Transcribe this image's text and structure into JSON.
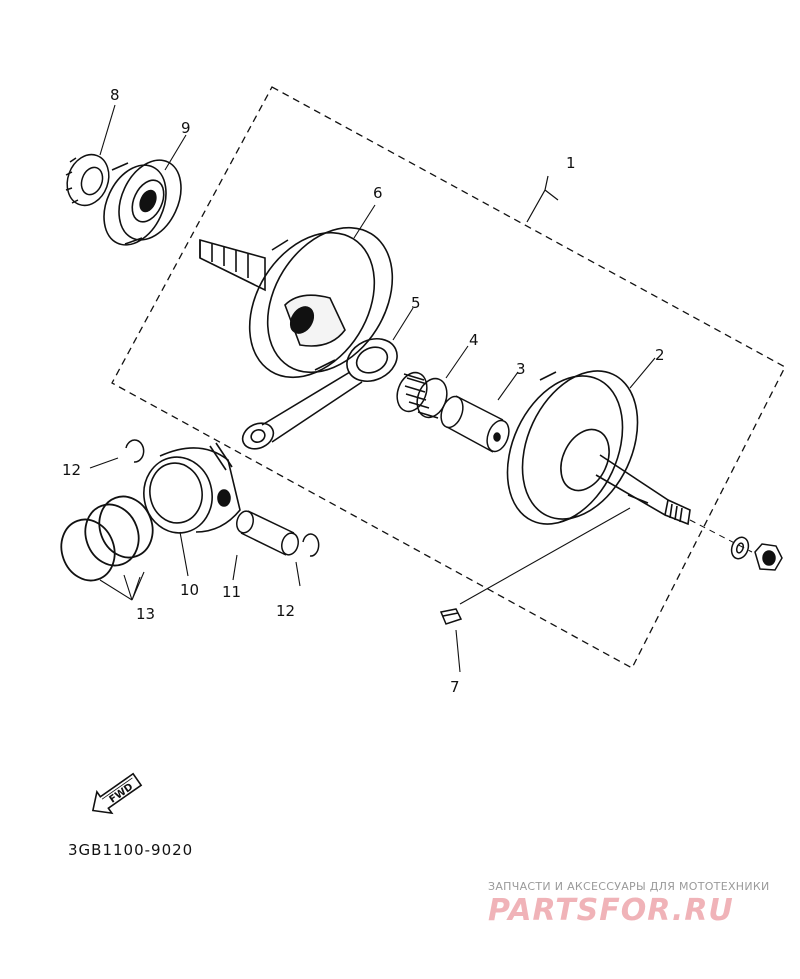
{
  "diagram": {
    "labels": {
      "p1": "1",
      "p2": "2",
      "p3": "3",
      "p4": "4",
      "p5": "5",
      "p6": "6",
      "p7": "7",
      "p8": "8",
      "p9": "9",
      "p10": "10",
      "p11": "11",
      "p12a": "12",
      "p12b": "12",
      "p13": "13"
    },
    "fwd_label": "FWD",
    "drawing_code": "3GB1100-9020"
  },
  "watermark": {
    "tagline": "ЗАПЧАСТИ И АКСЕССУАРЫ ДЛЯ МОТОТЕХНИКИ",
    "logo": "PARTSFOR.RU",
    "color": "#f0b3b8"
  }
}
